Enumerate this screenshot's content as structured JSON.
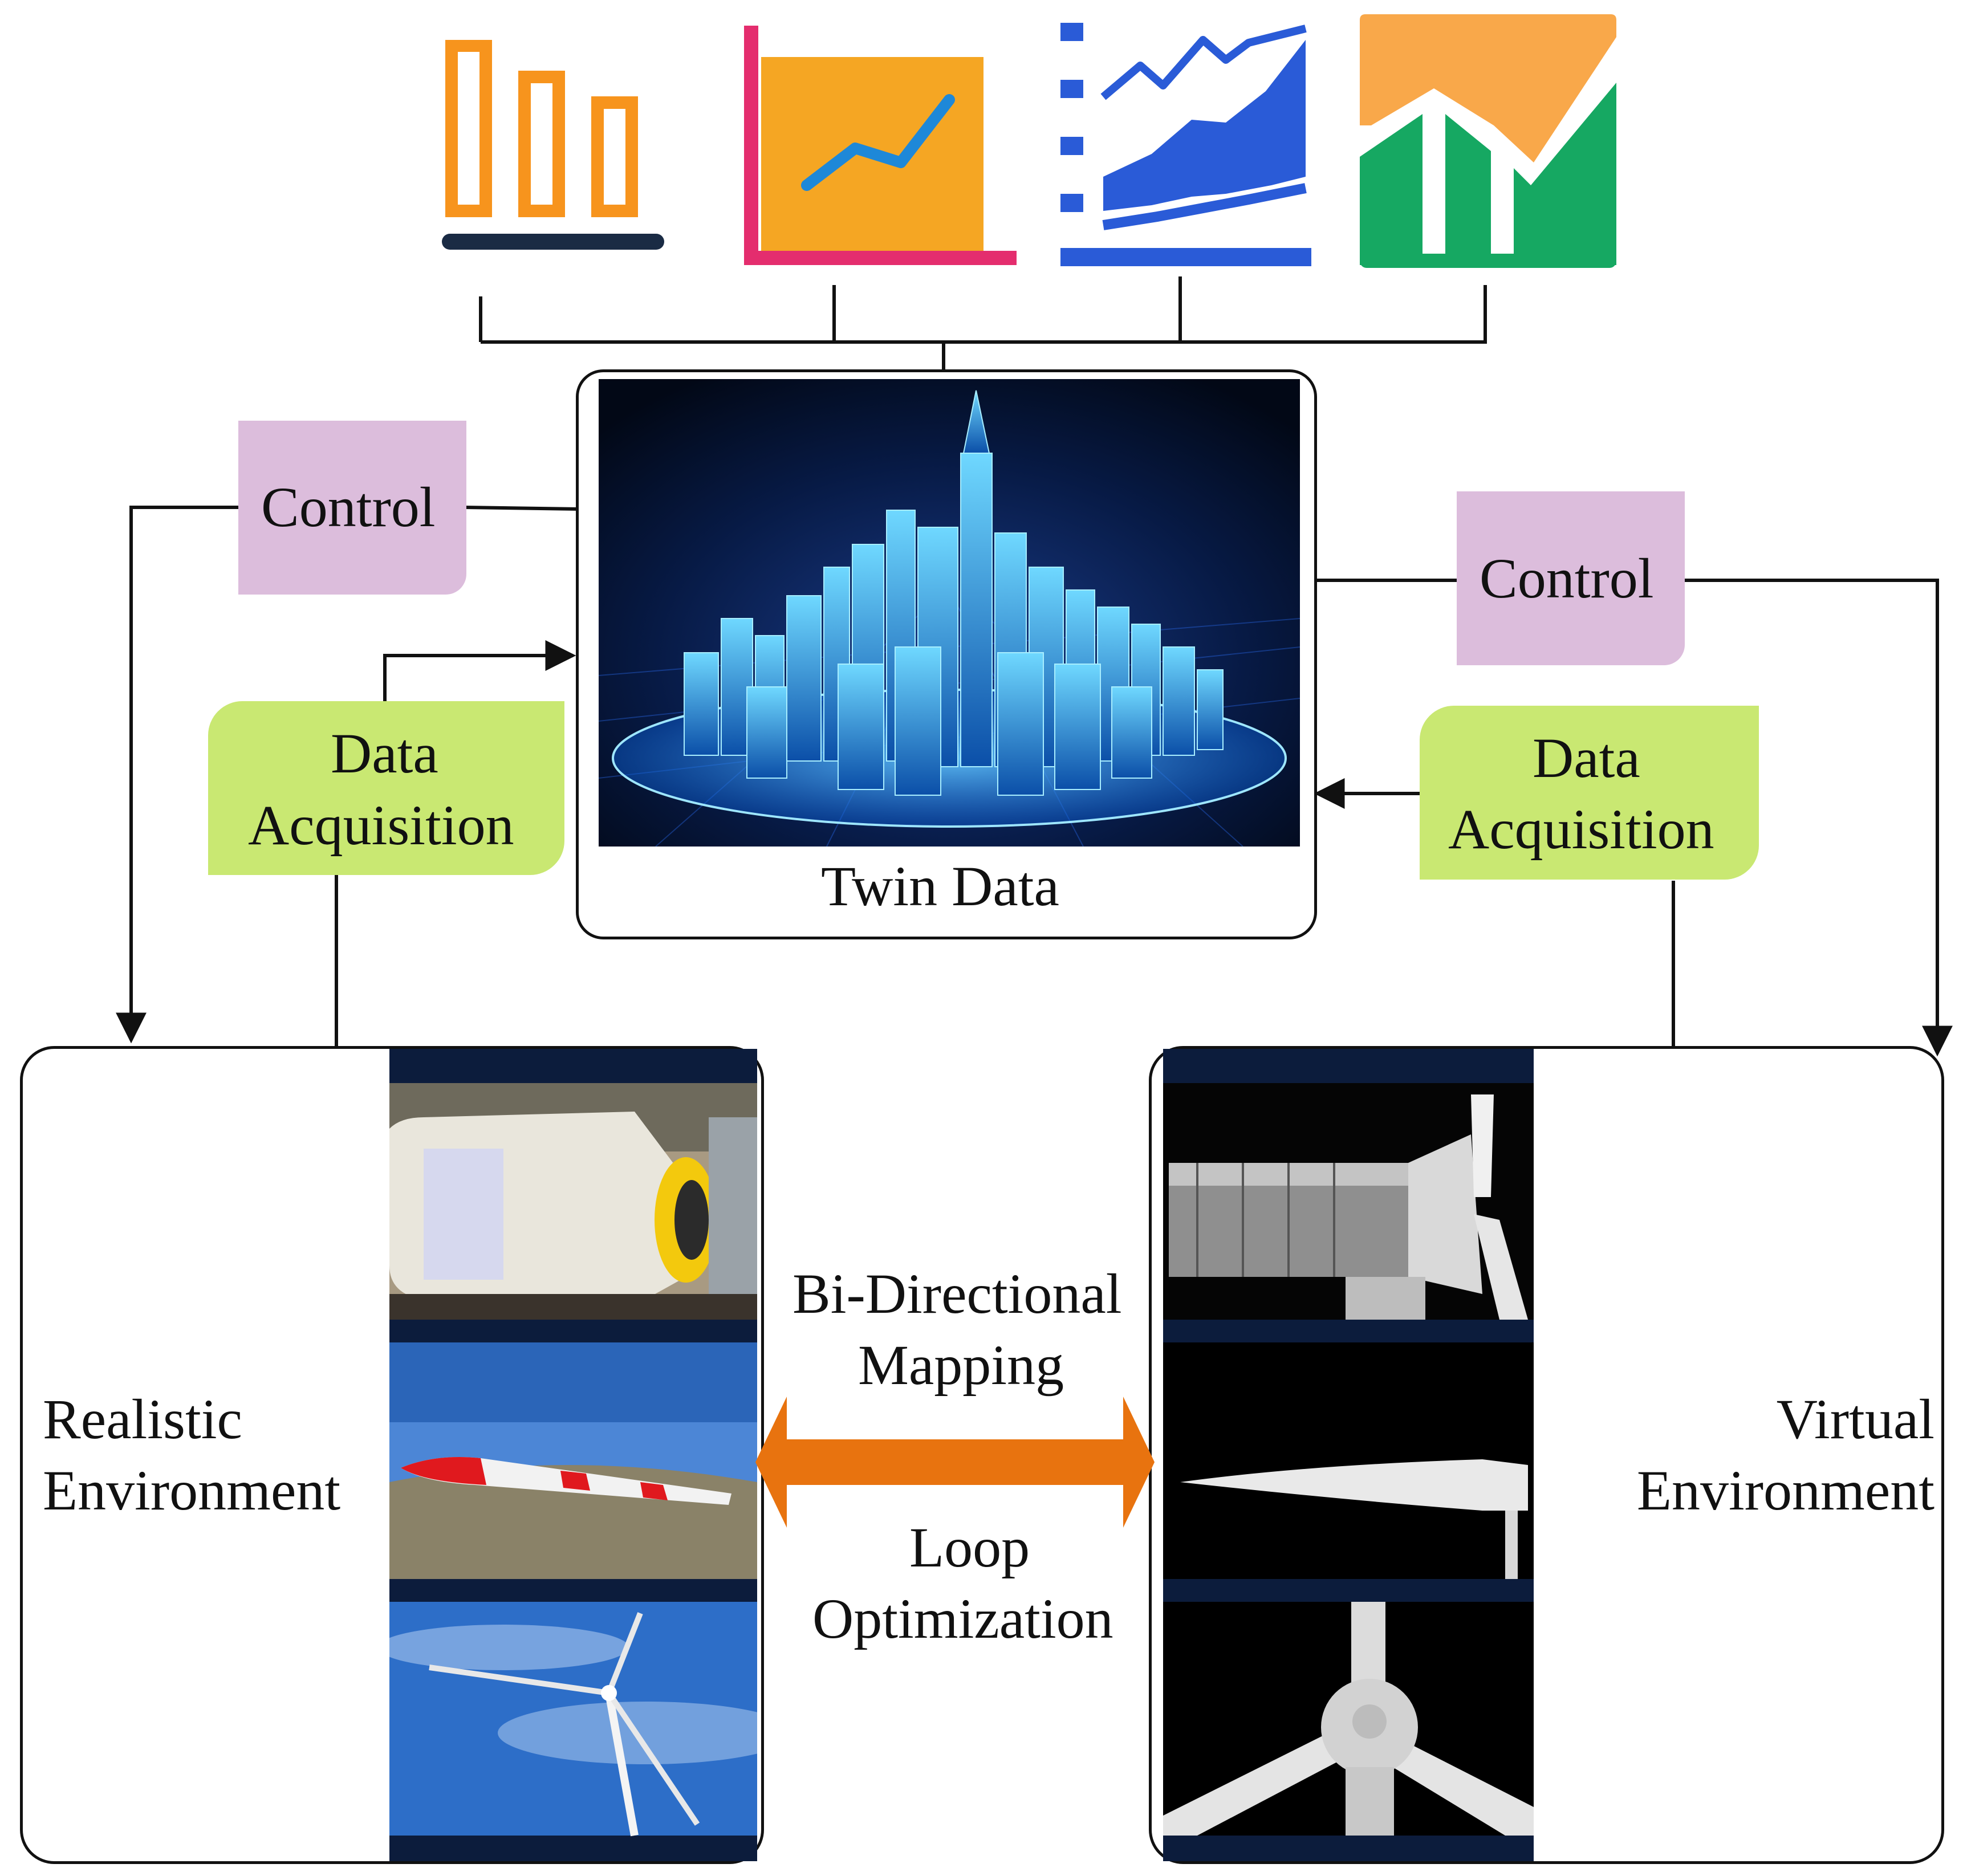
{
  "twin": {
    "caption": "Twin Data"
  },
  "left": {
    "control_label": "Control",
    "acquisition_line1": "Data",
    "acquisition_line2": "Acquisition",
    "env_line1": "Realistic",
    "env_line2": "Environment"
  },
  "right": {
    "control_label": "Control",
    "acquisition_line1": "Data",
    "acquisition_line2": "Acquisition",
    "env_line1": "Virtual",
    "env_line2": "Environment"
  },
  "center": {
    "mapping_line1": "Bi-Directional",
    "mapping_line2": "Mapping",
    "loop_line1": "Loop",
    "loop_line2": "Optimization"
  },
  "icons": [
    "bar-chart-icon",
    "line-chart-icon",
    "area-chart-icon",
    "combo-chart-icon"
  ],
  "colors": {
    "control_fill": "#dcbddc",
    "acquisition_fill": "#c9e872",
    "arrow_orange": "#e8730f",
    "photo_frame": "#0c1c3c"
  }
}
